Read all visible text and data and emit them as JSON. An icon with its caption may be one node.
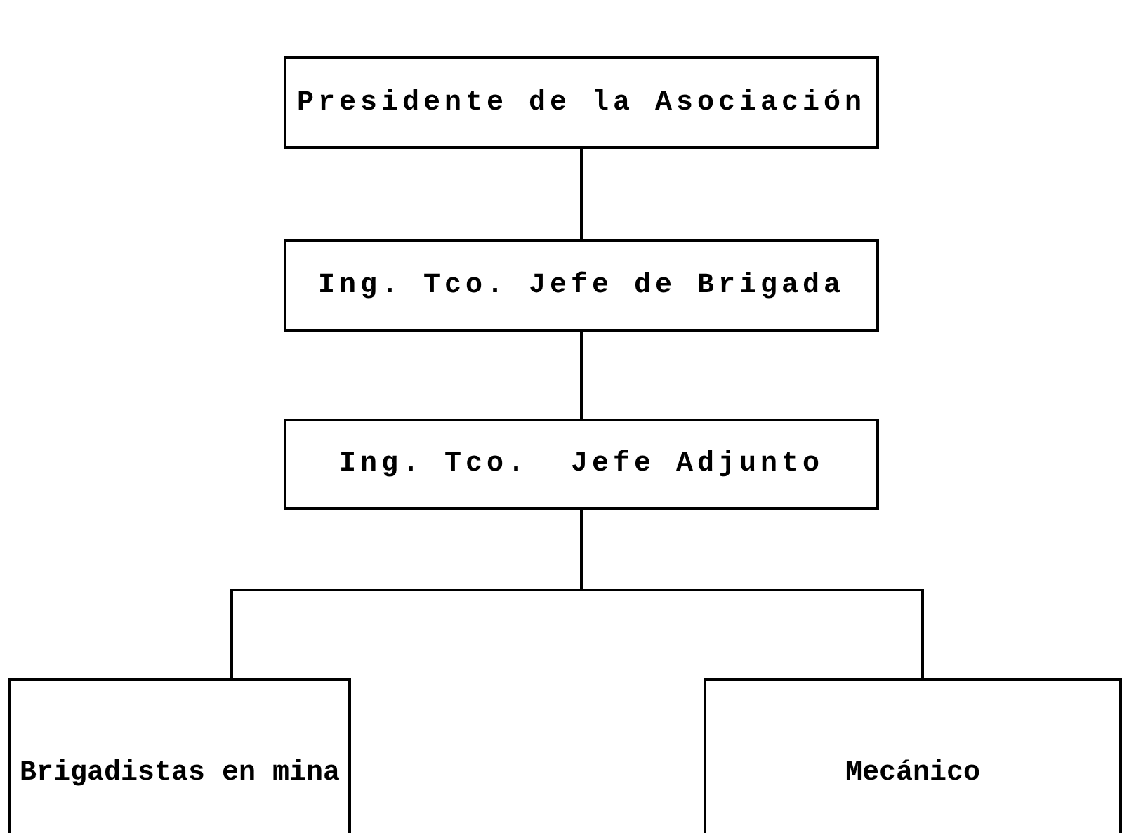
{
  "diagram": {
    "nodes": [
      {
        "text": [
          "Presidente de la Asociación"
        ]
      },
      {
        "text": [
          "Ing. Tco. Jefe de Brigada"
        ]
      },
      {
        "text": [
          "Ing. Tco.  Jefe Adjunto"
        ]
      },
      {
        "text": [
          "Brigadistas en mina"
        ]
      },
      {
        "text": [
          "Mecánico"
        ]
      }
    ],
    "edges": [
      {
        "from": 0,
        "to": 1,
        "arrow": "none"
      },
      {
        "from": 1,
        "to": 2,
        "arrow": "none"
      },
      {
        "from": 2,
        "to": 3,
        "arrow": "none"
      },
      {
        "from": 2,
        "to": 4,
        "arrow": "none"
      }
    ]
  }
}
